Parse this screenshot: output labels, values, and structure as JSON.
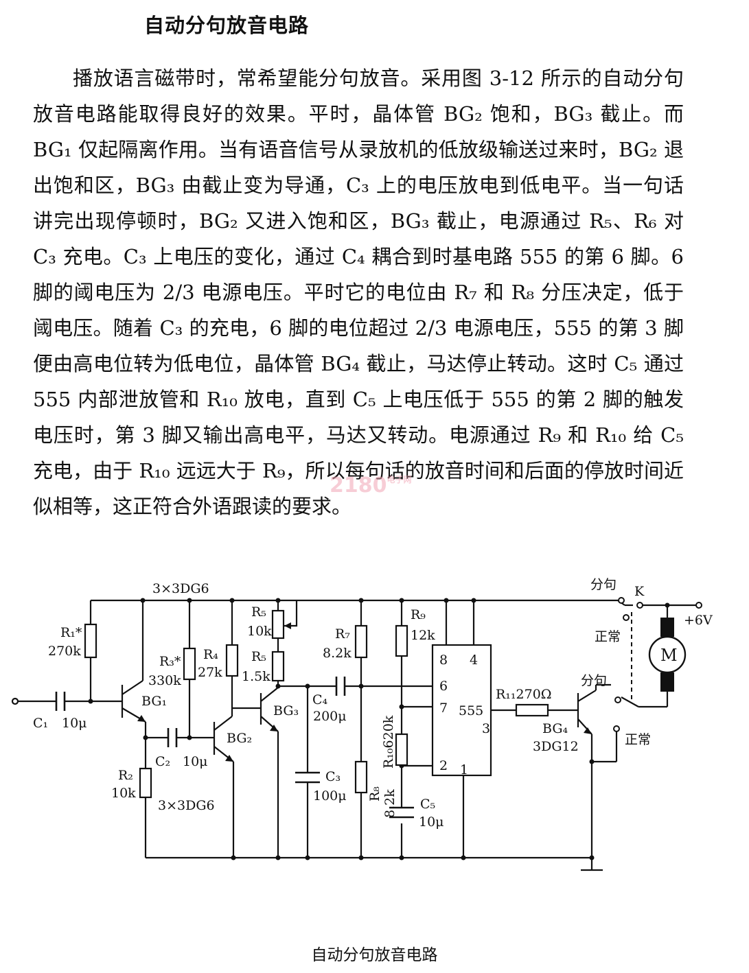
{
  "title": "自动分句放音电路",
  "body_text": "播放语言磁带时，常希望能分句放音。采用图 3-12 所示的自动分句放音电路能取得良好的效果。平时，晶体管 BG₂ 饱和，BG₃ 截止。而 BG₁ 仅起隔离作用。当有语音信号从录放机的低放级输送过来时，BG₂ 退出饱和区，BG₃ 由截止变为导通，C₃ 上的电压放电到低电平。当一句话讲完出现停顿时，BG₂ 又进入饱和区，BG₃ 截止，电源通过 R₅、R₆ 对 C₃ 充电。C₃ 上电压的变化，通过 C₄ 耦合到时基电路 555 的第 6 脚。6 脚的阈电压为 2/3 电源电压。平时它的电位由 R₇ 和 R₈ 分压决定，低于阈电压。随着 C₃ 的充电，6 脚的电位超过 2/3 电源电压，555 的第 3 脚便由高电位转为低电位，晶体管 BG₄ 截止，马达停止转动。这时 C₅ 通过 555 内部泄放管和 R₁₀ 放电，直到 C₅ 上电压低于 555 的第 2 脚的触发电压时，第 3 脚又输出高电平，马达又转动。电源通过 R₉ 和 R₁₀ 给 C₅ 充电，由于 R₁₀ 远远大于 R₉，所以每句话的放音时间和后面的停放时间近似相等，这正符合外语跟读的要求。",
  "watermark": "2180",
  "watermark_small": "电子网",
  "caption": "自动分句放音电路",
  "circuit": {
    "top_note": "3×3DG6",
    "bottom_note": "3×3DG6",
    "r1": "R₁*",
    "r1_val": "270k",
    "r3": "R₃*",
    "r3_val": "330k",
    "r4": "R₄",
    "r4_val": "27k",
    "r5": "R₅",
    "r5_val": "10k",
    "r6": "R₅",
    "r6_val": "1.5k",
    "r7": "R₇",
    "r7_val": "8.2k",
    "r9": "R₉",
    "r9_val": "12k",
    "r10": "R₁₀620k",
    "r8": "R₈",
    "r8_val": "8.2k",
    "r2": "R₂",
    "r2_val": "10k",
    "r11": "R₁₁270Ω",
    "c1": "C₁",
    "c1_val": "10μ",
    "c2": "C₂",
    "c2_val": "10μ",
    "c3": "C₃",
    "c3_val": "100μ",
    "c4": "C₄",
    "c4_val": "200μ",
    "c5": "C₅",
    "c5_val": "10μ",
    "bg1": "BG₁",
    "bg2": "BG₂",
    "bg3": "BG₃",
    "bg4": "BG₄",
    "bg4_type": "3DG12",
    "ic": "555",
    "pin8": "8",
    "pin4": "4",
    "pin6": "6",
    "pin7": "7",
    "pin2": "2",
    "pin1": "1",
    "pin3": "3",
    "switch_label": "K",
    "supply": "+6V",
    "motor": "M",
    "sw1_top": "分句",
    "sw1_bottom": "正常",
    "sw2_top": "分句",
    "sw2_bottom": "正常"
  }
}
